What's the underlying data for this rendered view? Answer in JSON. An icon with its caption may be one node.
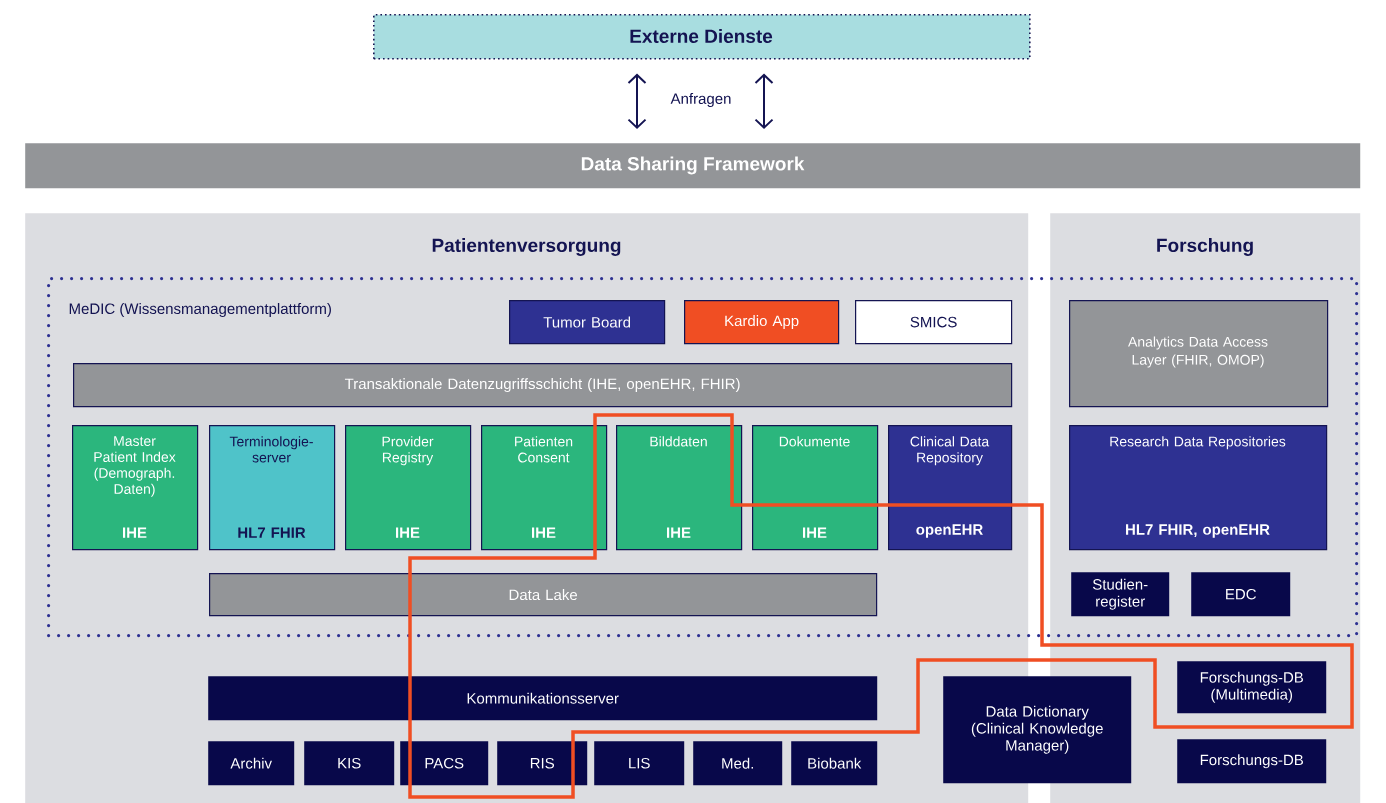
{
  "diagram": {
    "nodes": [
      {
        "text": [
          "Externe Dienste"
        ]
      },
      {
        "text": [
          "Data Sharing Framework"
        ]
      },
      {
        "text": [
          "Patientenversorgung"
        ]
      },
      {
        "text": [
          "Forschung"
        ]
      },
      {
        "text": [
          "MeDIC (Wissensmanagementplattform)"
        ]
      },
      {
        "text": [
          "Tumor Board"
        ]
      },
      {
        "text": [
          "Kardio App"
        ]
      },
      {
        "text": [
          "SMICS"
        ]
      },
      {
        "text": [
          "Transaktionale Datenzugriffsschicht (IHE, openEHR, FHIR)"
        ]
      },
      {
        "text": [
          "Master Patient Index (Demograph. Daten)",
          "IHE"
        ]
      },
      {
        "text": [
          "Terminologie-server",
          "HL7 FHIR"
        ]
      },
      {
        "text": [
          "Provider Registry",
          "IHE"
        ]
      },
      {
        "text": [
          "Patienten Consent",
          "IHE"
        ]
      },
      {
        "text": [
          "Bilddaten",
          "IHE"
        ]
      },
      {
        "text": [
          "Dokumente",
          "IHE"
        ]
      },
      {
        "text": [
          "Clinical Data Repository",
          "openEHR"
        ]
      },
      {
        "text": [
          "Data Lake"
        ]
      },
      {
        "text": [
          "Analytics Data Access Layer (FHIR, OMOP)"
        ]
      },
      {
        "text": [
          "Research Data Repositories",
          "HL7 FHIR, openEHR"
        ]
      },
      {
        "text": [
          "Studien-register"
        ]
      },
      {
        "text": [
          "EDC"
        ]
      },
      {
        "text": [
          "Kommunikationsserver"
        ],
        "in": 2
      },
      {
        "text": [
          "Archiv"
        ],
        "in": 2
      },
      {
        "text": [
          "KIS"
        ],
        "in": 2
      },
      {
        "text": [
          "PACS"
        ],
        "in": 2
      },
      {
        "text": [
          "RIS"
        ],
        "in": 2
      },
      {
        "text": [
          "LIS"
        ],
        "in": 2
      },
      {
        "text": [
          "Med."
        ],
        "in": 2
      },
      {
        "text": [
          "Biobank"
        ],
        "in": 2
      },
      {
        "text": [
          "Data Dictionary (Clinical Knowledge Manager)"
        ]
      },
      {
        "text": [
          "Forschungs-DB (Multimedia)"
        ],
        "in": 3
      },
      {
        "text": [
          "Forschungs-DB"
        ],
        "in": 3
      }
    ],
    "edges": [
      {
        "from": 0,
        "to": 1,
        "arrow": "both"
      },
      {
        "from": 0,
        "to": 1,
        "arrow": "both"
      }
    ],
    "labels": [
      "Anfragen"
    ]
  }
}
